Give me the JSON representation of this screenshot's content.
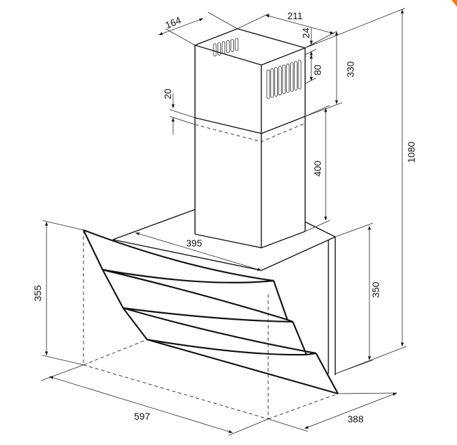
{
  "dimensions": {
    "chimney_width": "164",
    "chimney_depth": "211",
    "grille_offset": "24",
    "grille_height": "80",
    "upper_chimney_height": "330",
    "overlap": "20",
    "lower_chimney_height": "400",
    "body_depth": "395",
    "front_height": "355",
    "body_height": "350",
    "total_height": "1080",
    "total_width": "597",
    "total_depth": "388"
  },
  "colors": {
    "line": "#111111",
    "accent": "#f07a1a",
    "background": "#ffffff"
  }
}
